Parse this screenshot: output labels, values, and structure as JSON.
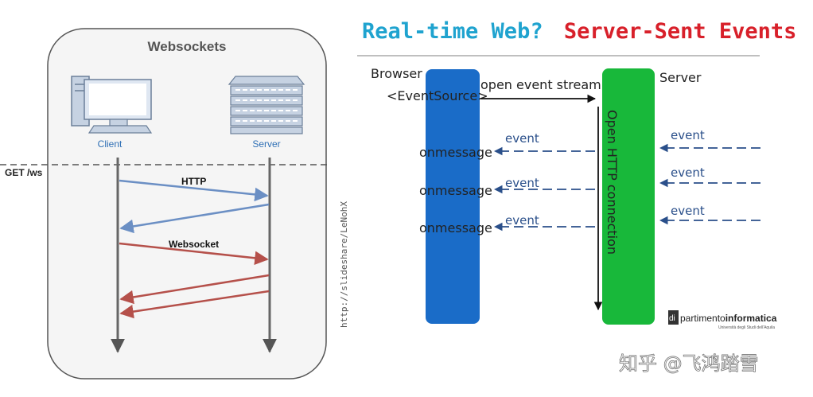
{
  "websockets": {
    "title": "Websockets",
    "client_label": "Client",
    "server_label": "Server",
    "get_label": "GET /ws",
    "http_label": "HTTP",
    "websocket_label": "Websocket"
  },
  "credit": "http://slideshare/LeNohX",
  "sse": {
    "title_part1": "Real-time Web?",
    "title_part2": "Server-Sent Events",
    "browser_label": "Browser",
    "eventsource_label": "<EventSource>",
    "server_label": "Server",
    "open_stream_label": "open event stream",
    "connection_label": "Open HTTP connection",
    "event_label": "event",
    "onmessage_label": "onmessage"
  },
  "logo": {
    "mark": "di",
    "name_part1": "partimento",
    "name_part2": "informatica",
    "subtitle": "Università degli Studi dell'Aquila"
  },
  "watermark": "知乎 @飞鸿踏雪",
  "colors": {
    "http_blue": "#6b8fc4",
    "websocket_red": "#b5504a",
    "title_cyan": "#1fa3cf",
    "title_red": "#d8202a",
    "browser_bar": "#1a6cc8",
    "server_bar": "#18b83a",
    "event_arrow": "#2a4f8a"
  }
}
